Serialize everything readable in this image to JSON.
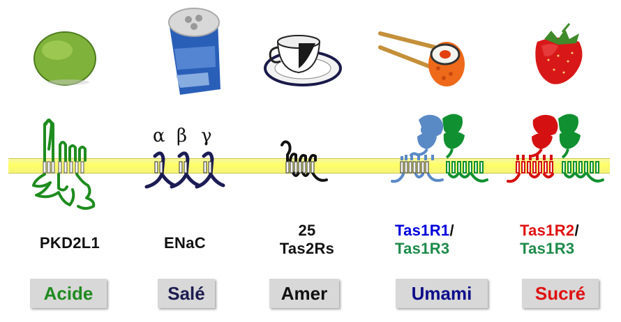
{
  "receptors": {
    "sour": {
      "name": "PKD2L1",
      "taste": "Acide",
      "food_icon": "lime-icon",
      "taste_color": "#1f8a1f"
    },
    "salt": {
      "name": "ENaC",
      "subunits": [
        "α",
        "β",
        "γ"
      ],
      "taste": "Salé",
      "food_icon": "salt-shaker-icon",
      "taste_color": "#1c1c50"
    },
    "bitter": {
      "name_line1": "25",
      "name_line2": "Tas2Rs",
      "taste": "Amer",
      "food_icon": "coffee-cup-icon",
      "taste_color": "#111111"
    },
    "umami": {
      "name_a": "Tas1R1",
      "name_b": "Tas1R3",
      "separator": "/",
      "taste": "Umami",
      "food_icon": "sushi-icon",
      "taste_color": "#0d0d8a",
      "color_a": "#0000dd",
      "color_b": "#1d8a4a"
    },
    "sweet": {
      "name_a": "Tas1R2",
      "name_b": "Tas1R3",
      "separator": "/",
      "taste": "Sucré",
      "food_icon": "strawberry-icon",
      "taste_color": "#e01010",
      "color_a": "#e01010",
      "color_b": "#1d8a4a"
    }
  },
  "colors": {
    "membrane": "#ffff66",
    "pkd_green": "#1e8c1e",
    "enac_navy": "#1c1c55",
    "tas1r1_blue": "#5a8ac6",
    "tas1r3_green": "#109030",
    "tas1r2_red": "#d51010"
  }
}
